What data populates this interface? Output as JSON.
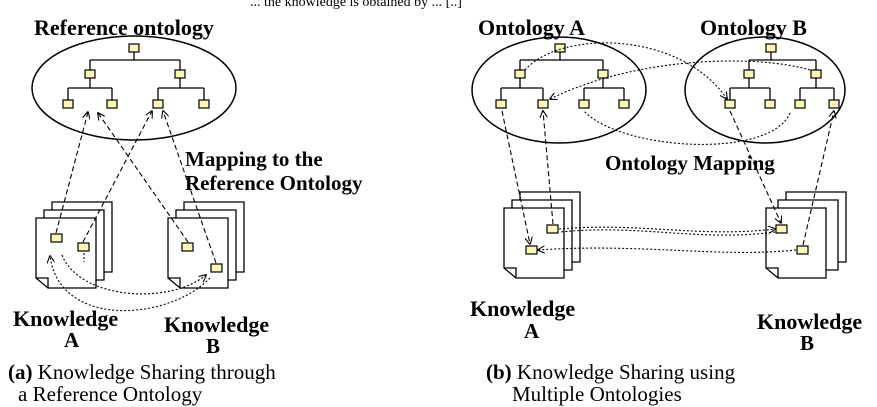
{
  "top_text": "... the knowledge is obtained by ... [..]",
  "panel_a": {
    "title": "Reference ontology",
    "mapping_label_line1": "Mapping to the",
    "mapping_label_line2": "Reference Ontology",
    "knowledge_a_word": "Knowledge",
    "knowledge_a_letter": "A",
    "knowledge_b_word": "Knowledge",
    "knowledge_b_letter": "B",
    "caption_prefix": "(a)",
    "caption_line1": "Knowledge Sharing through",
    "caption_line2": "a Reference Ontology"
  },
  "panel_b": {
    "title_a": "Ontology A",
    "title_b": "Ontology B",
    "mapping_label": "Ontology Mapping",
    "knowledge_a_word": "Knowledge",
    "knowledge_a_letter": "A",
    "knowledge_b_word": "Knowledge",
    "knowledge_b_letter": "B",
    "caption_prefix": "(b)",
    "caption_line1": "Knowledge Sharing using",
    "caption_line2": "Multiple Ontologies"
  },
  "colors": {
    "node_fill": "#fdf6b6",
    "line": "#000000"
  }
}
